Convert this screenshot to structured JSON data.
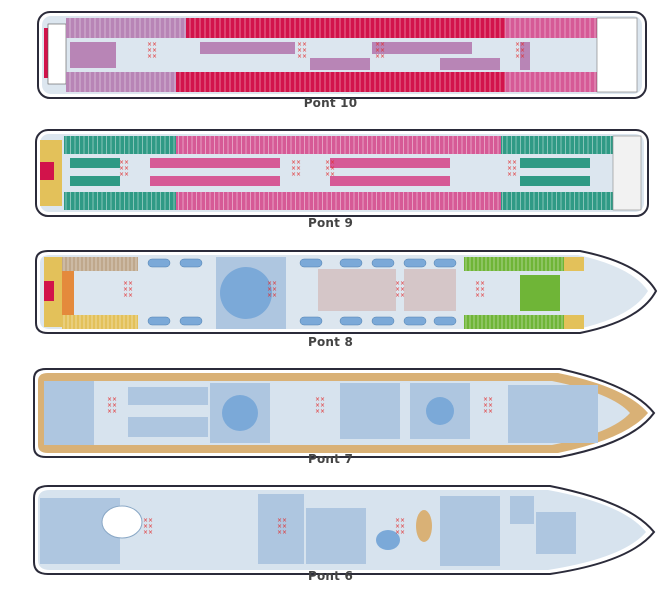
{
  "decks": [
    {
      "label": "Pont 10"
    },
    {
      "label": "Pont 9"
    },
    {
      "label": "Pont 8"
    },
    {
      "label": "Pont 7"
    },
    {
      "label": "Pont 6"
    }
  ],
  "colors": {
    "hull_fill": "#ffffff",
    "hull_outline": "#2b2b3a",
    "deck_floor": "#d7e3ee",
    "crimson_cabin": "#d2134b",
    "pink_cabin": "#d65a96",
    "lilac_cabin": "#b885b6",
    "teal_cabin": "#2f9a85",
    "green_cabin": "#6fb537",
    "orange_cabin": "#e48a3c",
    "yellow_cabin": "#e3c15a",
    "tan_cabin": "#bfa88c",
    "pool_blue": "#7ba9d8",
    "wood_deck": "#d9b176",
    "public_area": "#aec6e0",
    "red_marker": "#e22a2a",
    "bow_deck": "#e9eef4"
  },
  "icons": [
    "cross-marker-icon"
  ]
}
